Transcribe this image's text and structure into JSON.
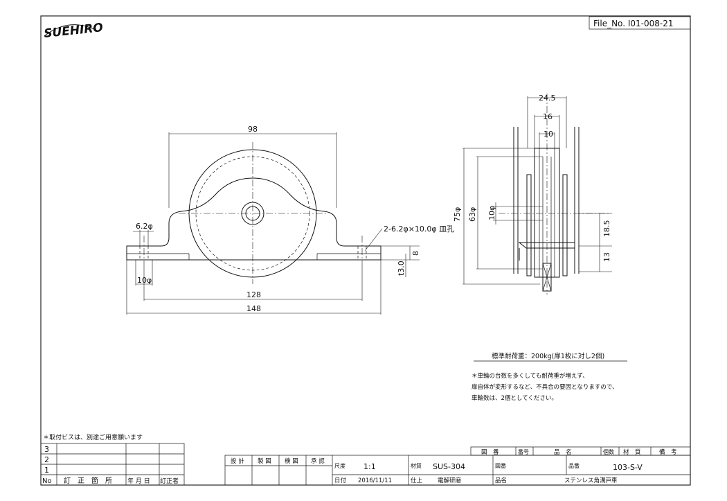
{
  "header": {
    "logo_text": "SUEHIRO",
    "file_no": "File_No.  I01-008-21"
  },
  "front_view": {
    "dim_98": "98",
    "dim_62": "6.2φ",
    "dim_10": "10φ",
    "dim_128": "128",
    "dim_148": "148",
    "dim_8": "8",
    "dim_t3": "t3.0",
    "hole_note": "2-6.2φ×10.0φ 皿孔"
  },
  "side_view": {
    "dim_245": "24.5",
    "dim_16": "16",
    "dim_10": "10",
    "dim_75": "75φ",
    "dim_63": "63φ",
    "dim_10d": "10φ",
    "dim_185": "18.5",
    "dim_13": "13"
  },
  "notes": {
    "load": "標準耐荷重：200kg(扉1枚に対し2個)",
    "lines": [
      "＊車輪の台数を多くしても耐荷重が増えず、",
      "扉自体が変形するなど、不具合の要因となりますので、",
      "車輪数は、2個としてください。"
    ]
  },
  "revision": {
    "note": "＊取付ビスは、別途ご用意願います",
    "rows": [
      "3",
      "2",
      "1"
    ],
    "headers": [
      "No",
      "訂　正　箇　所",
      "年 月 日",
      "訂正者"
    ]
  },
  "title_block": {
    "top_headers": [
      "図　番",
      "番号",
      "品　名",
      "個数",
      "材　質",
      "備　考"
    ],
    "approvals": [
      "設 計",
      "製 図",
      "検 図",
      "承 認"
    ],
    "scale_label": "尺度",
    "scale_value": "1:1",
    "material_label": "材質",
    "material_value": "SUS-304",
    "drawing_no_label": "図番",
    "part_no_label": "品番",
    "part_no_value": "103-S-V",
    "date_label": "日付",
    "date_value": "2016/11/11",
    "finish_label": "仕上",
    "finish_value": "電解研磨",
    "name_label": "品名",
    "name_value": "ステンレス角溝戸車"
  }
}
